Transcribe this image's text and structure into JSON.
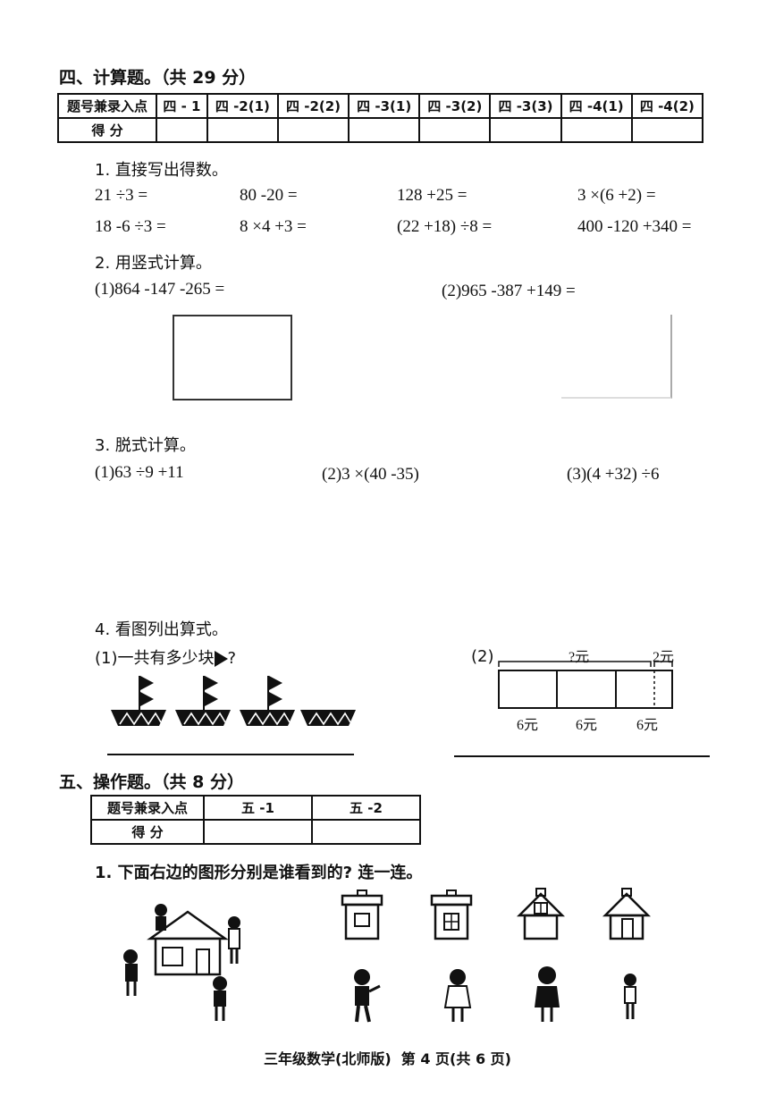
{
  "section4": {
    "title": "四、计算题。（共 29 分）",
    "table": {
      "header_label": "题号兼录入点",
      "score_label": "得 分",
      "columns": [
        "四 - 1",
        "四 -2(1)",
        "四 -2(2)",
        "四 -3(1)",
        "四 -3(2)",
        "四 -3(3)",
        "四 -4(1)",
        "四 -4(2)"
      ]
    },
    "q1": {
      "title": "1. 直接写出得数。",
      "row1": [
        "21 ÷3 =",
        "80 -20 =",
        "128 +25 =",
        "3 ×(6 +2) ="
      ],
      "row2": [
        "18 -6 ÷3 =",
        "8 ×4 +3 =",
        "(22 +18) ÷8 =",
        "400 -120 +340 ="
      ]
    },
    "q2": {
      "title": "2. 用竖式计算。",
      "items": [
        "(1)864 -147 -265 =",
        "(2)965 -387 +149 ="
      ]
    },
    "q3": {
      "title": "3. 脱式计算。",
      "items": [
        "(1)63 ÷9 +11",
        "(2)3 ×(40 -35)",
        "(3)(4 +32) ÷6"
      ]
    },
    "q4": {
      "title": "4. 看图列出算式。",
      "part1_label": "(1)一共有多少块",
      "part1_suffix": "?",
      "part2_label": "(2)",
      "top_label_total": "?元",
      "top_label_extra": "2元",
      "segment_labels": [
        "6元",
        "6元",
        "6元"
      ]
    }
  },
  "section5": {
    "title": "五、操作题。（共 8 分）",
    "table": {
      "header_label": "题号兼录入点",
      "score_label": "得 分",
      "columns": [
        "五 -1",
        "五 -2"
      ]
    },
    "q1": {
      "title": "1. 下面右边的图形分别是谁看到的? 连一连。"
    }
  },
  "footer": {
    "text": "三年级数学(北师版)  第 4 页(共 6 页)"
  },
  "colors": {
    "ink": "#111111",
    "paper": "#ffffff"
  },
  "icons": [
    "flag-icon",
    "boat-icon",
    "house-front-view-icon",
    "house-side-view-icon",
    "child-figure-icon"
  ]
}
